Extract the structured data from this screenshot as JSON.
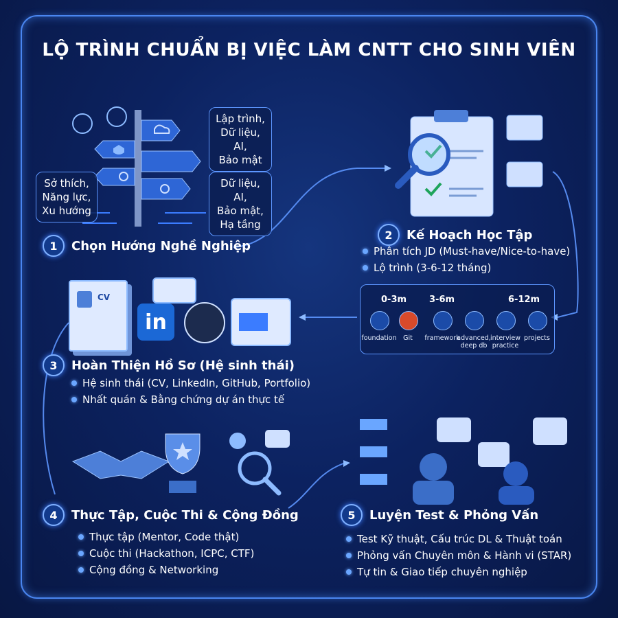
{
  "title": "LỘ TRÌNH CHUẨN BỊ VIỆC LÀM CNTT CHO SINH VIÊN",
  "steps": [
    {
      "num": "1",
      "title": "Chọn Hướng Nghề Nghiệp",
      "bubbles": [
        "Lập trình,",
        "Dữ liệu, AI,",
        "Bảo mật",
        "Sở thích,",
        "Năng lực,",
        "Xu hướng",
        "Dữ liệu, AI,",
        "Bảo mật,",
        "Hạ tầng"
      ]
    },
    {
      "num": "2",
      "title": "Kế Hoạch Học Tập",
      "bullets": [
        "Phân tích JD (Must-have/Nice-to-have)",
        "Lộ trình (3-6-12 tháng)"
      ],
      "timeline": {
        "phases": [
          "0-3m",
          "3-6m",
          "6-12m"
        ],
        "items": [
          "foundation",
          "Git",
          "framework",
          "advanced,",
          "deep db",
          "interview",
          "practice",
          "projects"
        ]
      }
    },
    {
      "num": "3",
      "title": "Hoàn Thiện Hồ Sơ (Hệ sinh thái)",
      "bullets": [
        "Hệ sinh thái (CV, LinkedIn, GitHub, Portfolio)",
        "Nhất quán & Bằng chứng dự án thực tế"
      ],
      "cv_label": "CV",
      "linkedin_label": "in"
    },
    {
      "num": "4",
      "title": "Thực Tập, Cuộc Thi & Cộng Đồng",
      "bullets": [
        "Thực tập (Mentor, Code thật)",
        "Cuộc thi (Hackathon, ICPC, CTF)",
        "Cộng đồng & Networking"
      ]
    },
    {
      "num": "5",
      "title": "Luyện Test & Phỏng Vấn",
      "bullets": [
        "Test Kỹ thuật, Cấu trúc DL & Thuật toán",
        "Phỏng vấn Chuyên môn & Hành vi (STAR)",
        "Tự tin & Giao tiếp chuyên nghiệp"
      ]
    }
  ],
  "colors": {
    "accent": "#4a86f0",
    "glow": "#6aa6ff",
    "bg": "#0c2260"
  }
}
